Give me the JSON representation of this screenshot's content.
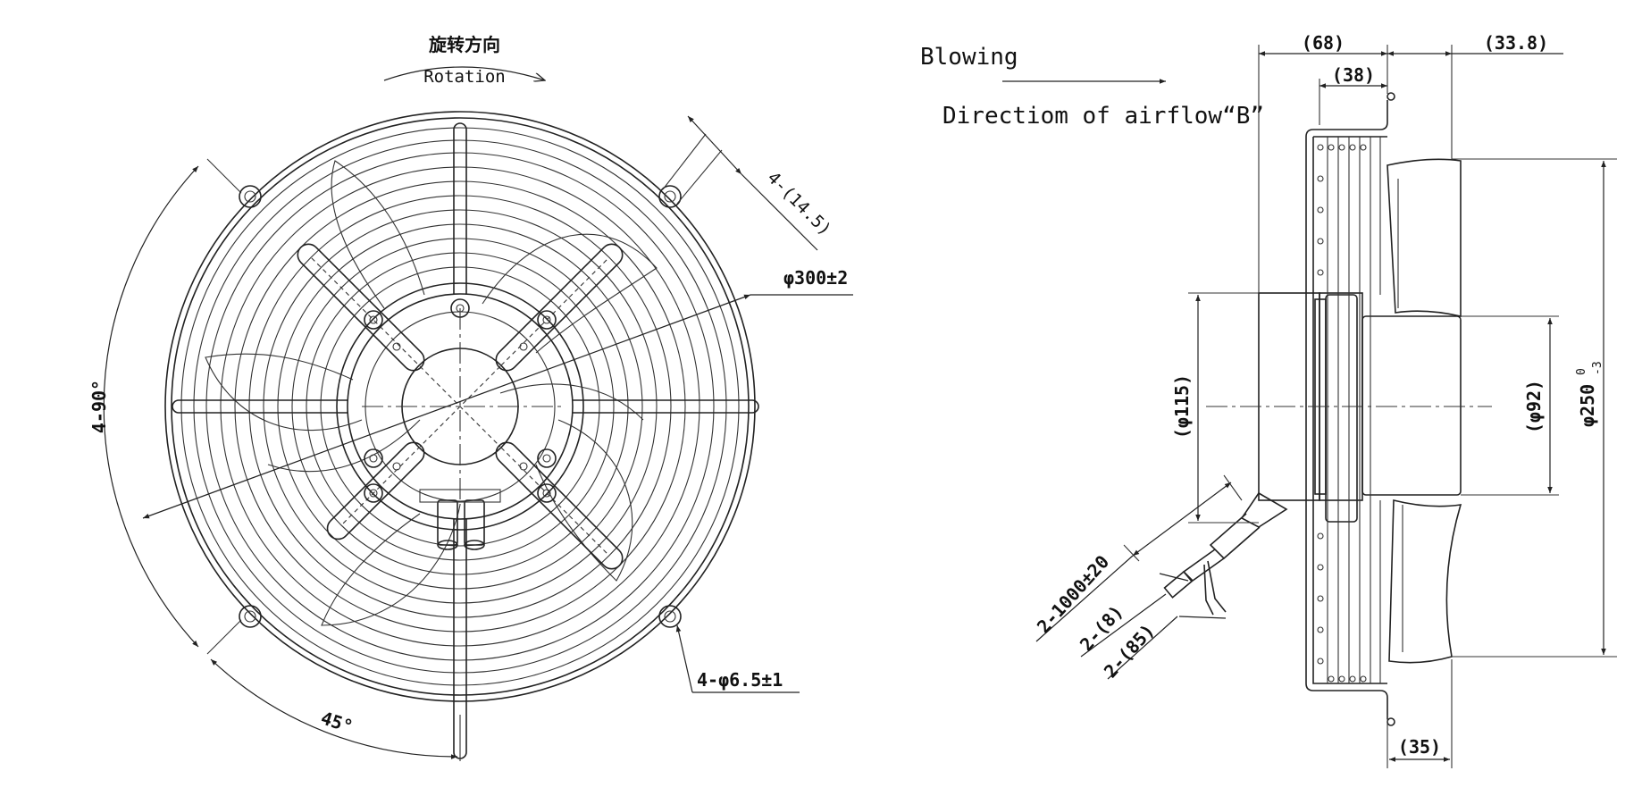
{
  "front_view": {
    "rotation_cn": "旋转方向",
    "rotation_en": "Rotation",
    "dim_guard_bar_width": "4-(14.5)",
    "dim_guard_diameter": "φ300±2",
    "dim_angle_spacing": "4-90°",
    "dim_angle_offset": "45°",
    "dim_mount_holes": "4-φ6.5±1"
  },
  "side_view": {
    "blowing": "Blowing",
    "airflow_direction": "Directiom of airflow“B”",
    "dim_overall_depth": "(68)",
    "dim_guard_depth": "(38)",
    "dim_blade_depth": "(33.8)",
    "dim_motor_diameter": "(φ115)",
    "dim_hub_diameter": "(φ92)",
    "dim_impeller_diameter": "φ250",
    "dim_impeller_tol_upper": "0",
    "dim_impeller_tol_lower": "-3",
    "dim_lead_length": "2-1000±20",
    "dim_lead_strip": "2-(8)",
    "dim_lead_tail": "2-(85)",
    "dim_blade_offset": "(35)"
  },
  "colors": {
    "line": "#222222",
    "background": "#ffffff"
  }
}
